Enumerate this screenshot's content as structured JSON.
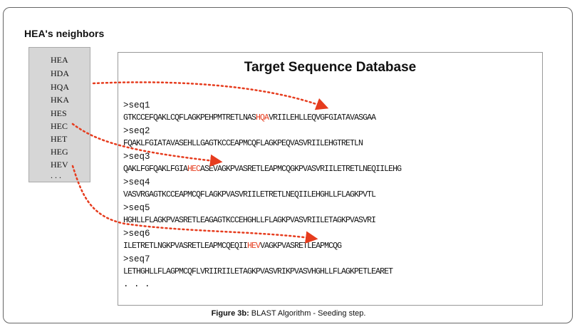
{
  "neighbors": {
    "title": "HEA's neighbors",
    "items": [
      "HEA",
      "HDA",
      "HQA",
      "HKA",
      "HES",
      "HEC",
      "HET",
      "HEG",
      "HEV",
      ". . ."
    ]
  },
  "database": {
    "title": "Target Sequence Database",
    "sequences": [
      {
        "header": ">seq1",
        "pre": "GTKCCEFQAKLCQFLAGKPEHPMTRETLNAS",
        "hit": "HQA",
        "post": "VRIILEHLLEQVGFGIATAVASGAA"
      },
      {
        "header": ">seq2",
        "pre": "FQAKLFGIATAVASEHLLGAGTKCCEAPMCQFLAGKPEQVASVRIILEHGTRETLN",
        "hit": "",
        "post": ""
      },
      {
        "header": ">seq3",
        "pre": "QAKLFGFQAKLFGIA",
        "hit": "HEC",
        "post": "ASEVAGKPVASRETLEAPMCQGKPVASVRIILETRETLNEQIILEHG"
      },
      {
        "header": ">seq4",
        "pre": "VASVRGAGTKCCEAPMCQFLAGKPVASVRIILETRETLNEQIILEHGHLLFLAGKPVTL",
        "hit": "",
        "post": ""
      },
      {
        "header": ">seq5",
        "pre": "HGHLLFLAGKPVASRETLEAGAGTKCCEHGHLLFLAGKPVASVRIILETAGKPVASVRI",
        "hit": "",
        "post": ""
      },
      {
        "header": ">seq6",
        "pre": "ILETRETLNGKPVASRETLEAPMCQEQII",
        "hit": "HEV",
        "post": "VAGKPVASRETLEAPMCQG"
      },
      {
        "header": ">seq7",
        "pre": "LETHGHLLFLAGPMCQFLVRIIRIILETAGKPVASVRIKPVASVHGHLLFLAGKPETLEARET",
        "hit": "",
        "post": ""
      }
    ],
    "ellipsis": ". . ."
  },
  "caption": {
    "label": "Figure 3b:",
    "text": " BLAST Algorithm - Seeding step."
  },
  "colors": {
    "hit": "#e63c1e",
    "arrow": "#e63c1e",
    "neighbor_box": "#d6d6d6"
  }
}
